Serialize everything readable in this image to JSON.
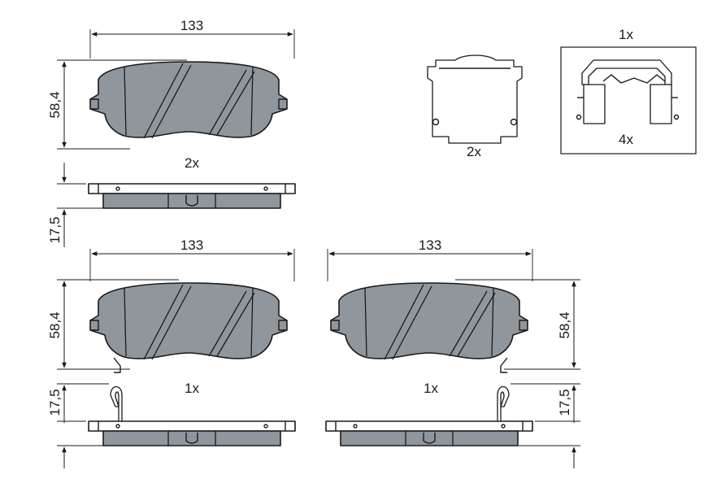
{
  "dimensions": {
    "width_top": "133",
    "height_top": "58,4",
    "thickness_top": "17,5",
    "width_bottom_left": "133",
    "height_bottom_left": "58,4",
    "thickness_bottom_left": "17,5",
    "width_bottom_right": "133",
    "height_bottom_right": "58,4",
    "thickness_bottom_right": "17,5"
  },
  "quantities": {
    "top_pad": "2x",
    "spring": "2x",
    "kit_box": "1x",
    "kit_clips": "4x",
    "bottom_left_pad": "1x",
    "bottom_right_pad": "1x"
  },
  "colors": {
    "friction_material": "#8f969c",
    "line": "#1a1a1a",
    "background": "#ffffff"
  }
}
